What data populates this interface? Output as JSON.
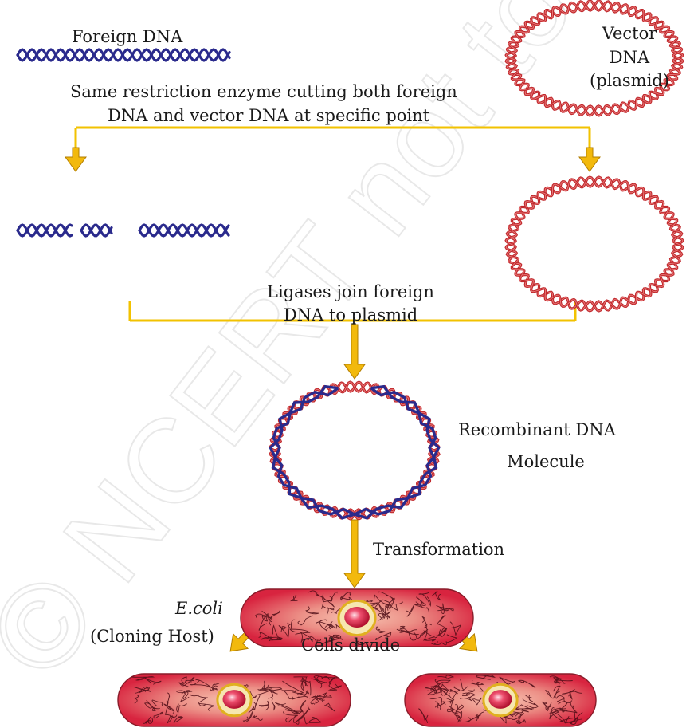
{
  "colors": {
    "foreign_dna": "#2a2a8c",
    "plasmid_dna": "#c0282c",
    "plasmid_dna_highlight": "#f08a8a",
    "arrow": "#f2b90d",
    "bracket": "#f2c200",
    "cell_fill": "#e0304a",
    "cell_center": "#f4b2a2",
    "nucleoid_ring": "#e0b020",
    "text": "#1a1a1a",
    "watermark": "#e4e4e4"
  },
  "labels": {
    "foreign_dna": "Foreign DNA",
    "vector_dna_line1": "Vector",
    "vector_dna_line2": "DNA",
    "vector_dna_line3": "(plasmid)",
    "restriction_line1": "Same restriction enzyme cutting both foreign",
    "restriction_line2": "DNA and vector DNA at specific point",
    "ligase_line1": "Ligases join foreign",
    "ligase_line2": "DNA to plasmid",
    "recombinant_line1": "Recombinant DNA",
    "recombinant_line2": "Molecule",
    "transformation": "Transformation",
    "ecoli": "E.coli",
    "cloning_host": "(Cloning Host)",
    "cells_divide": "Cells divide"
  },
  "watermark": {
    "text": "© NCERT not to be republished"
  }
}
